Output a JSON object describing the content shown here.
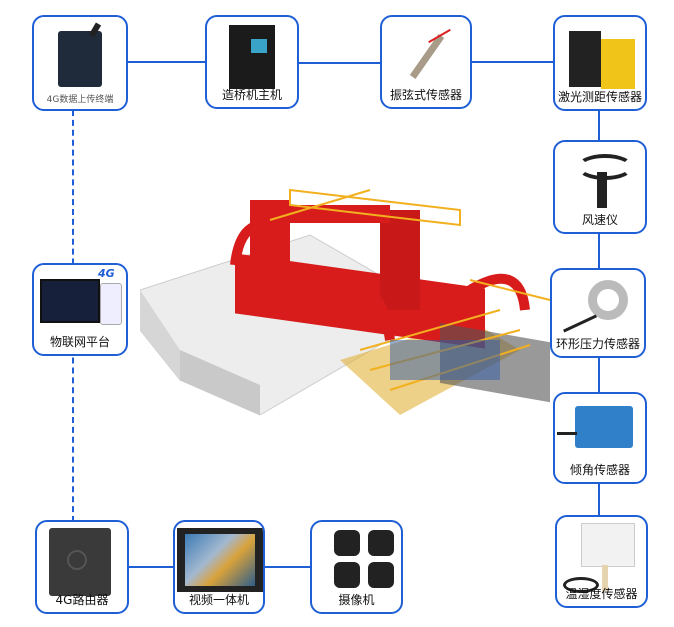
{
  "title": "造桥机监测系统拓扑",
  "nodes": {
    "dtu": "4G数据上传终端",
    "host": "造桥机主机",
    "vibrating_wire": "振弦式传感器",
    "laser": "激光测距传感器",
    "anemometer": "风速仪",
    "ring_pressure": "环形压力传感器",
    "inclination": "倾角传感器",
    "temp_humidity": "温湿度传感器",
    "iot_platform": "物联网平台",
    "router": "4G路由器",
    "video_terminal": "视频一体机",
    "camera": "摄像机"
  },
  "iot_badge": "4G",
  "colors": {
    "accent": "#1f5fd6",
    "frame": "#d81c1c",
    "rail": "#f2b01e"
  }
}
